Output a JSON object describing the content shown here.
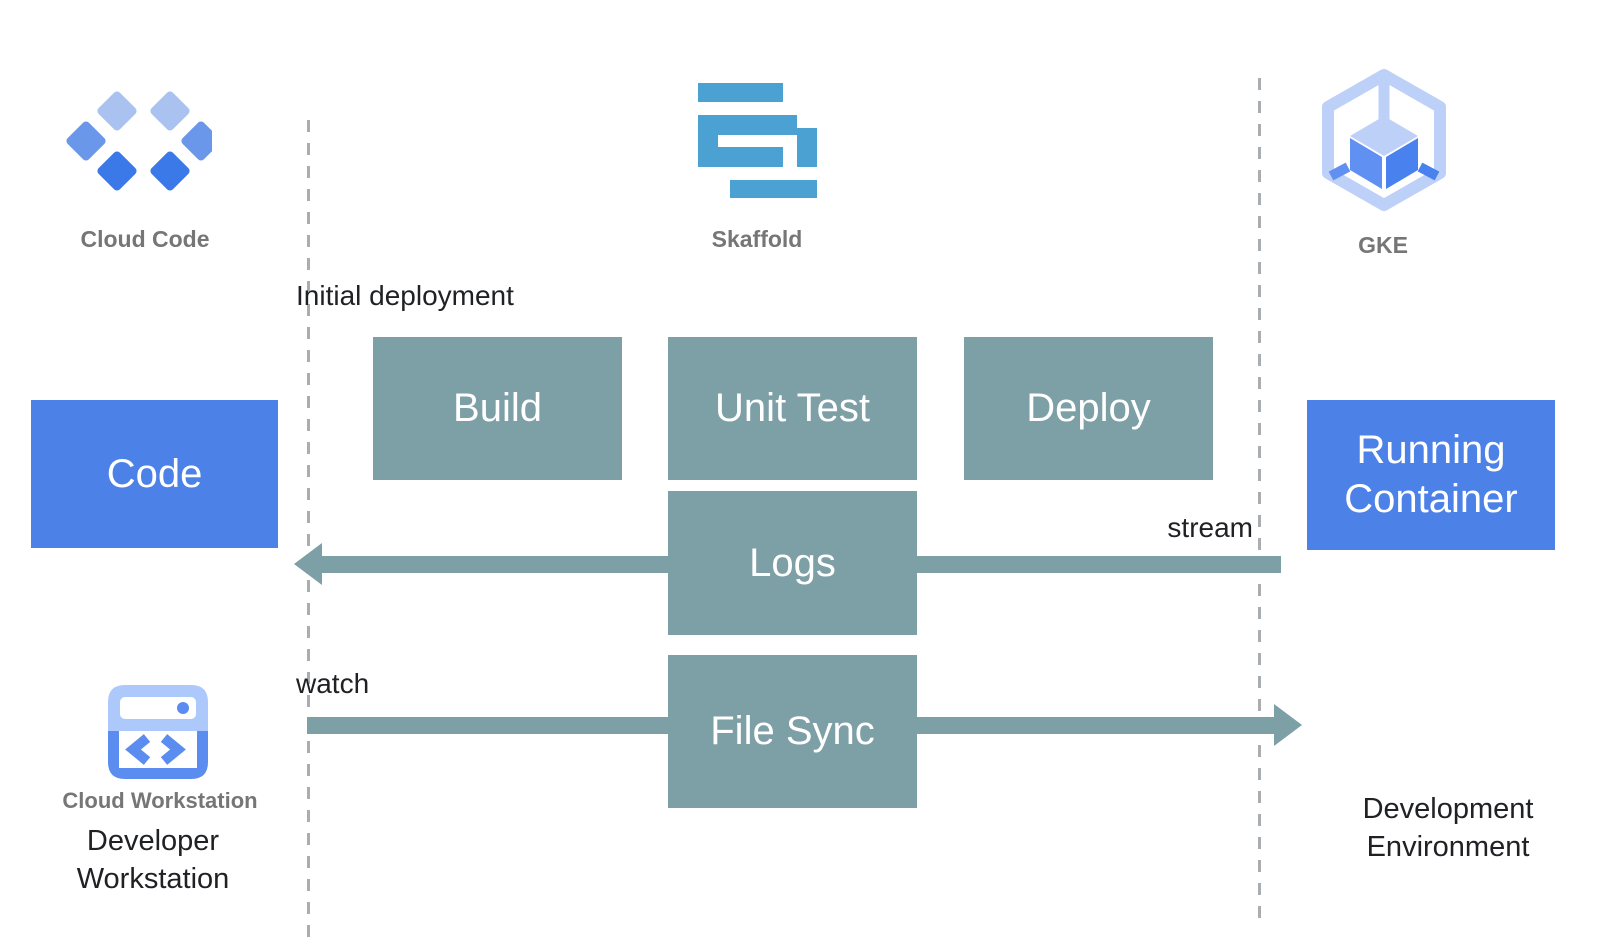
{
  "icons": {
    "cloud_code_label": "Cloud Code",
    "skaffold_label": "Skaffold",
    "gke_label": "GKE",
    "cloud_workstation_label": "Cloud Workstation"
  },
  "boxes": {
    "code": "Code",
    "build": "Build",
    "unit_test": "Unit Test",
    "deploy": "Deploy",
    "logs": "Logs",
    "file_sync": "File Sync",
    "running_container": "Running\nContainer"
  },
  "labels": {
    "initial_deployment": "Initial deployment",
    "watch": "watch",
    "stream": "stream",
    "developer_workstation": "Developer\nWorkstation",
    "development_environment": "Development\nEnvironment"
  },
  "colors": {
    "process_teal": "#7d9fa6",
    "highlight_blue": "#4c81e7",
    "caption_gray": "#767676",
    "text_black": "#202124",
    "dashed_line_gray": "#aaadaf",
    "skaffold_blue": "#4ba2d2",
    "cloud_code_light": "#a9c2f0",
    "cloud_code_medium": "#6b97ea",
    "cloud_code_dark": "#3c79e8",
    "gke_light": "#bdd0f8",
    "gke_face_left": "#6090f1",
    "gke_face_right": "#4981ef",
    "workstation_light": "#adc9fb",
    "workstation_medium": "#5b8cf0"
  }
}
